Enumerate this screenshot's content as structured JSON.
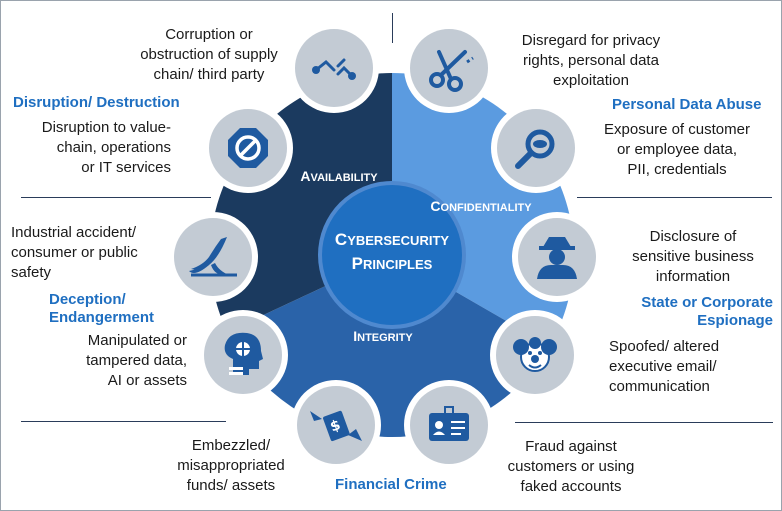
{
  "center": {
    "line1": "Cybersecurity",
    "line2": "Principles"
  },
  "principles": {
    "availability": "Availability",
    "confidentiality": "Confidentiality",
    "integrity": "Integrity"
  },
  "categories": {
    "disruption": "Disruption/ Destruction",
    "personal_data": "Personal Data Abuse",
    "deception_l1": "Deception/",
    "deception_l2": "Endangerment",
    "espionage_l1": "State or Corporate",
    "espionage_l2": "Espionage",
    "financial": "Financial Crime"
  },
  "items": {
    "supply_chain": [
      "Corruption or",
      "obstruction of supply",
      "chain/ third party"
    ],
    "disruption_value": [
      "Disruption to value-",
      "chain, operations",
      "or IT services"
    ],
    "industrial": [
      "Industrial accident/",
      "consumer or public",
      "safety"
    ],
    "manipulated": [
      "Manipulated or",
      "tampered data,",
      "AI or assets"
    ],
    "embezzled": [
      "Embezzled/",
      "misappropriated",
      "funds/ assets"
    ],
    "privacy": [
      "Disregard for privacy",
      "rights, personal data",
      "exploitation"
    ],
    "exposure": [
      "Exposure of customer",
      "or employee data,",
      "PII, credentials"
    ],
    "disclosure": [
      "Disclosure of",
      "sensitive business",
      "information"
    ],
    "spoofed": [
      "Spoofed/ altered",
      "executive email/",
      "communication"
    ],
    "fraud": [
      "Fraud against",
      "customers or using",
      "faked accounts"
    ]
  },
  "icons": [
    "chain-link-icon",
    "scissors-icon",
    "magnifier-icon",
    "spy-icon",
    "clown-icon",
    "id-badge-icon",
    "flying-money-icon",
    "robot-head-icon",
    "banana-peel-icon",
    "stop-sign-icon"
  ],
  "colors": {
    "availability": "#1b3a5f",
    "confidentiality": "#5b9be0",
    "integrity": "#2a63a9",
    "center": "#1f6fc1",
    "category_text": "#1f6fc1",
    "icon_fill": "#1f5aa0",
    "icon_circle": "#c3cbd4"
  }
}
